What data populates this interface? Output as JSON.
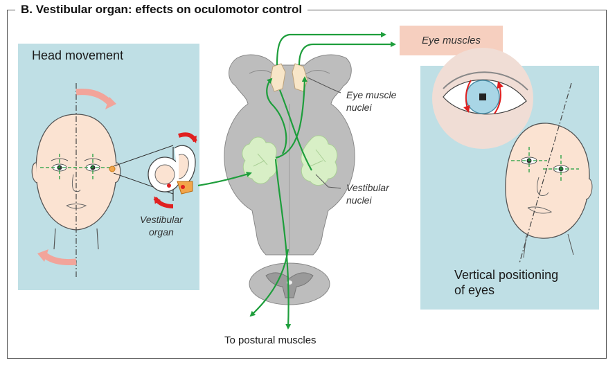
{
  "title": "B.  Vestibular organ: effects on oculomotor control",
  "labels": {
    "head_movement": "Head movement",
    "eye_muscles": "Eye muscles",
    "eye_muscle_nuclei_1": "Eye muscle",
    "eye_muscle_nuclei_2": "nuclei",
    "vestibular_nuclei_1": "Vestibular",
    "vestibular_nuclei_2": "nuclei",
    "vestibular_organ_1": "Vestibular",
    "vestibular_organ_2": "organ",
    "vertical_positioning_1": "Vertical positioning",
    "vertical_positioning_2": "of eyes",
    "postural_muscles": "To postural muscles"
  },
  "colors": {
    "panel": "#bfdfe5",
    "pathway": "#1e9e3c",
    "nucleus": "#d8efc6",
    "brainstem": "#bdbdbd",
    "skin": "#fbe3d2",
    "arrow_pink": "#f2a49a",
    "arrow_red": "#e02020",
    "eye_box": "#f6cfbf"
  }
}
